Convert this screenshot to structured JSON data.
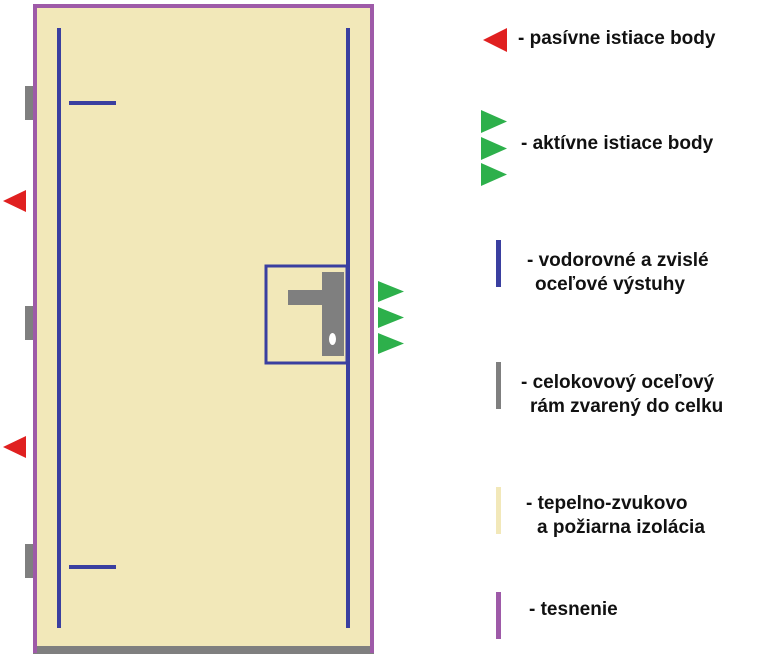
{
  "colors": {
    "insulation": "#f2e8b9",
    "seal": "#9e5aa8",
    "frame": "#7f7f7f",
    "stiffener": "#3a3fa0",
    "passive_point": "#e02020",
    "active_point": "#2db04b",
    "handle": "#7f7f7f"
  },
  "legend": {
    "passive": {
      "icon": "red-left-triangle-icon",
      "label": "- pasívne istiace body"
    },
    "active": {
      "icon": "green-right-triangles-icon",
      "label": "- aktívne istiace body"
    },
    "steel": {
      "icon": "blue-bar-icon",
      "line1": "- vodorovné a zvislé",
      "line2": "oceľové výstuhy"
    },
    "frame": {
      "icon": "gray-bar-icon",
      "line1": "- celokovový oceľový",
      "line2": "rám zvarený do celku"
    },
    "insulation": {
      "icon": "cream-bar-icon",
      "line1": "- tepelno-zvukovo",
      "line2": "a požiarna izolácia"
    },
    "seal": {
      "icon": "purple-bar-icon",
      "label": "- tesnenie"
    }
  },
  "door": {
    "passive_points_count": 2,
    "active_points_count": 3,
    "hinges_count": 3
  }
}
